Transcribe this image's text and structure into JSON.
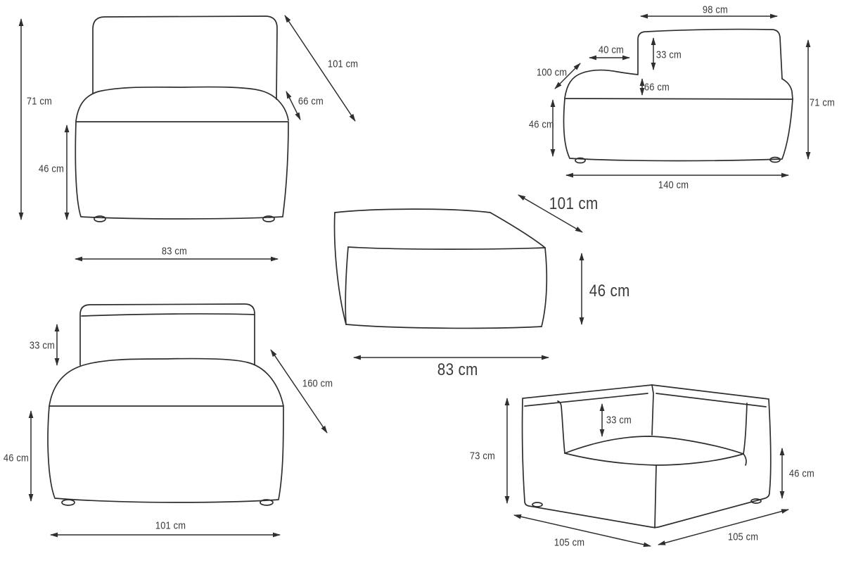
{
  "diagram": {
    "background": "#ffffff",
    "line_color": "#2e2e2e",
    "text_color": "#3a3a3a"
  },
  "pieces": {
    "module1": {
      "dims": {
        "height": "71 cm",
        "seat_height": "46 cm",
        "width": "83 cm",
        "depth": "101 cm",
        "seat_depth": "66 cm"
      }
    },
    "module2": {
      "dims": {
        "backrest_width": "98 cm",
        "open_seat_depth": "40 cm",
        "backrest_height": "33 cm",
        "depth": "100 cm",
        "seat_back_height": "66 cm",
        "seat_height": "46 cm",
        "height": "71 cm",
        "length": "140 cm"
      }
    },
    "ottoman": {
      "dims": {
        "depth": "101 cm",
        "height": "46 cm",
        "width": "83 cm"
      }
    },
    "module3": {
      "dims": {
        "backrest_height": "33 cm",
        "seat_height": "46 cm",
        "depth": "160 cm",
        "width": "101 cm"
      }
    },
    "corner": {
      "dims": {
        "height": "73 cm",
        "backrest_height": "33 cm",
        "seat_height": "46 cm",
        "width_left": "105 cm",
        "width_right": "105 cm"
      }
    }
  }
}
